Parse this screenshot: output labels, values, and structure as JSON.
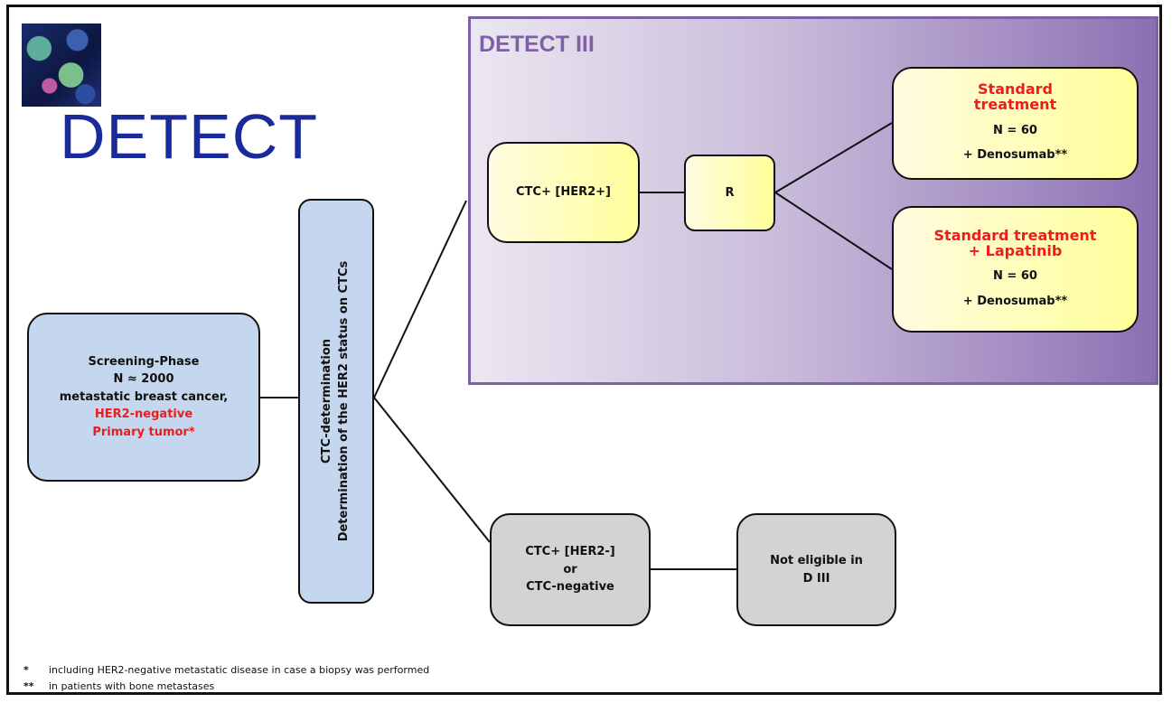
{
  "logo": {
    "text": "DETECT"
  },
  "detect3": {
    "title": "DETECT III"
  },
  "screening": {
    "line1": "Screening-Phase",
    "line2": "N ≈ 2000",
    "line3": "metastatic breast cancer,",
    "line4": "HER2-negative",
    "line5": "Primary tumor*"
  },
  "determination": {
    "line1": "CTC-determination",
    "line2": "Determination of the HER2 status on CTCs"
  },
  "ctc_pos": {
    "label": "CTC+ [HER2+]"
  },
  "randomization": {
    "label": "R"
  },
  "arm1": {
    "title1": "Standard",
    "title2": "treatment",
    "n": "N = 60",
    "addon": "+ Denosumab**"
  },
  "arm2": {
    "title1": "Standard treatment",
    "title2": "+ Lapatinib",
    "n": "N = 60",
    "addon": "+ Denosumab**"
  },
  "ctc_neg": {
    "line1": "CTC+ [HER2-]",
    "line2": "or",
    "line3": "CTC-negative"
  },
  "not_eligible": {
    "line1": "Not eligible in",
    "line2": "D III"
  },
  "footnotes": [
    {
      "mark": "*",
      "text": "including HER2-negative metastatic disease in case a biopsy was performed"
    },
    {
      "mark": "**",
      "text": "in patients with bone metastases"
    }
  ],
  "colors": {
    "logo_blue": "#1b2a9a",
    "detect3_purple": "#7f5fa6",
    "highlight_red": "#ee1c1c",
    "box_blue": "#c4d7ee",
    "box_yellow": "#ffff9a",
    "box_grey": "#d3d3d3"
  }
}
